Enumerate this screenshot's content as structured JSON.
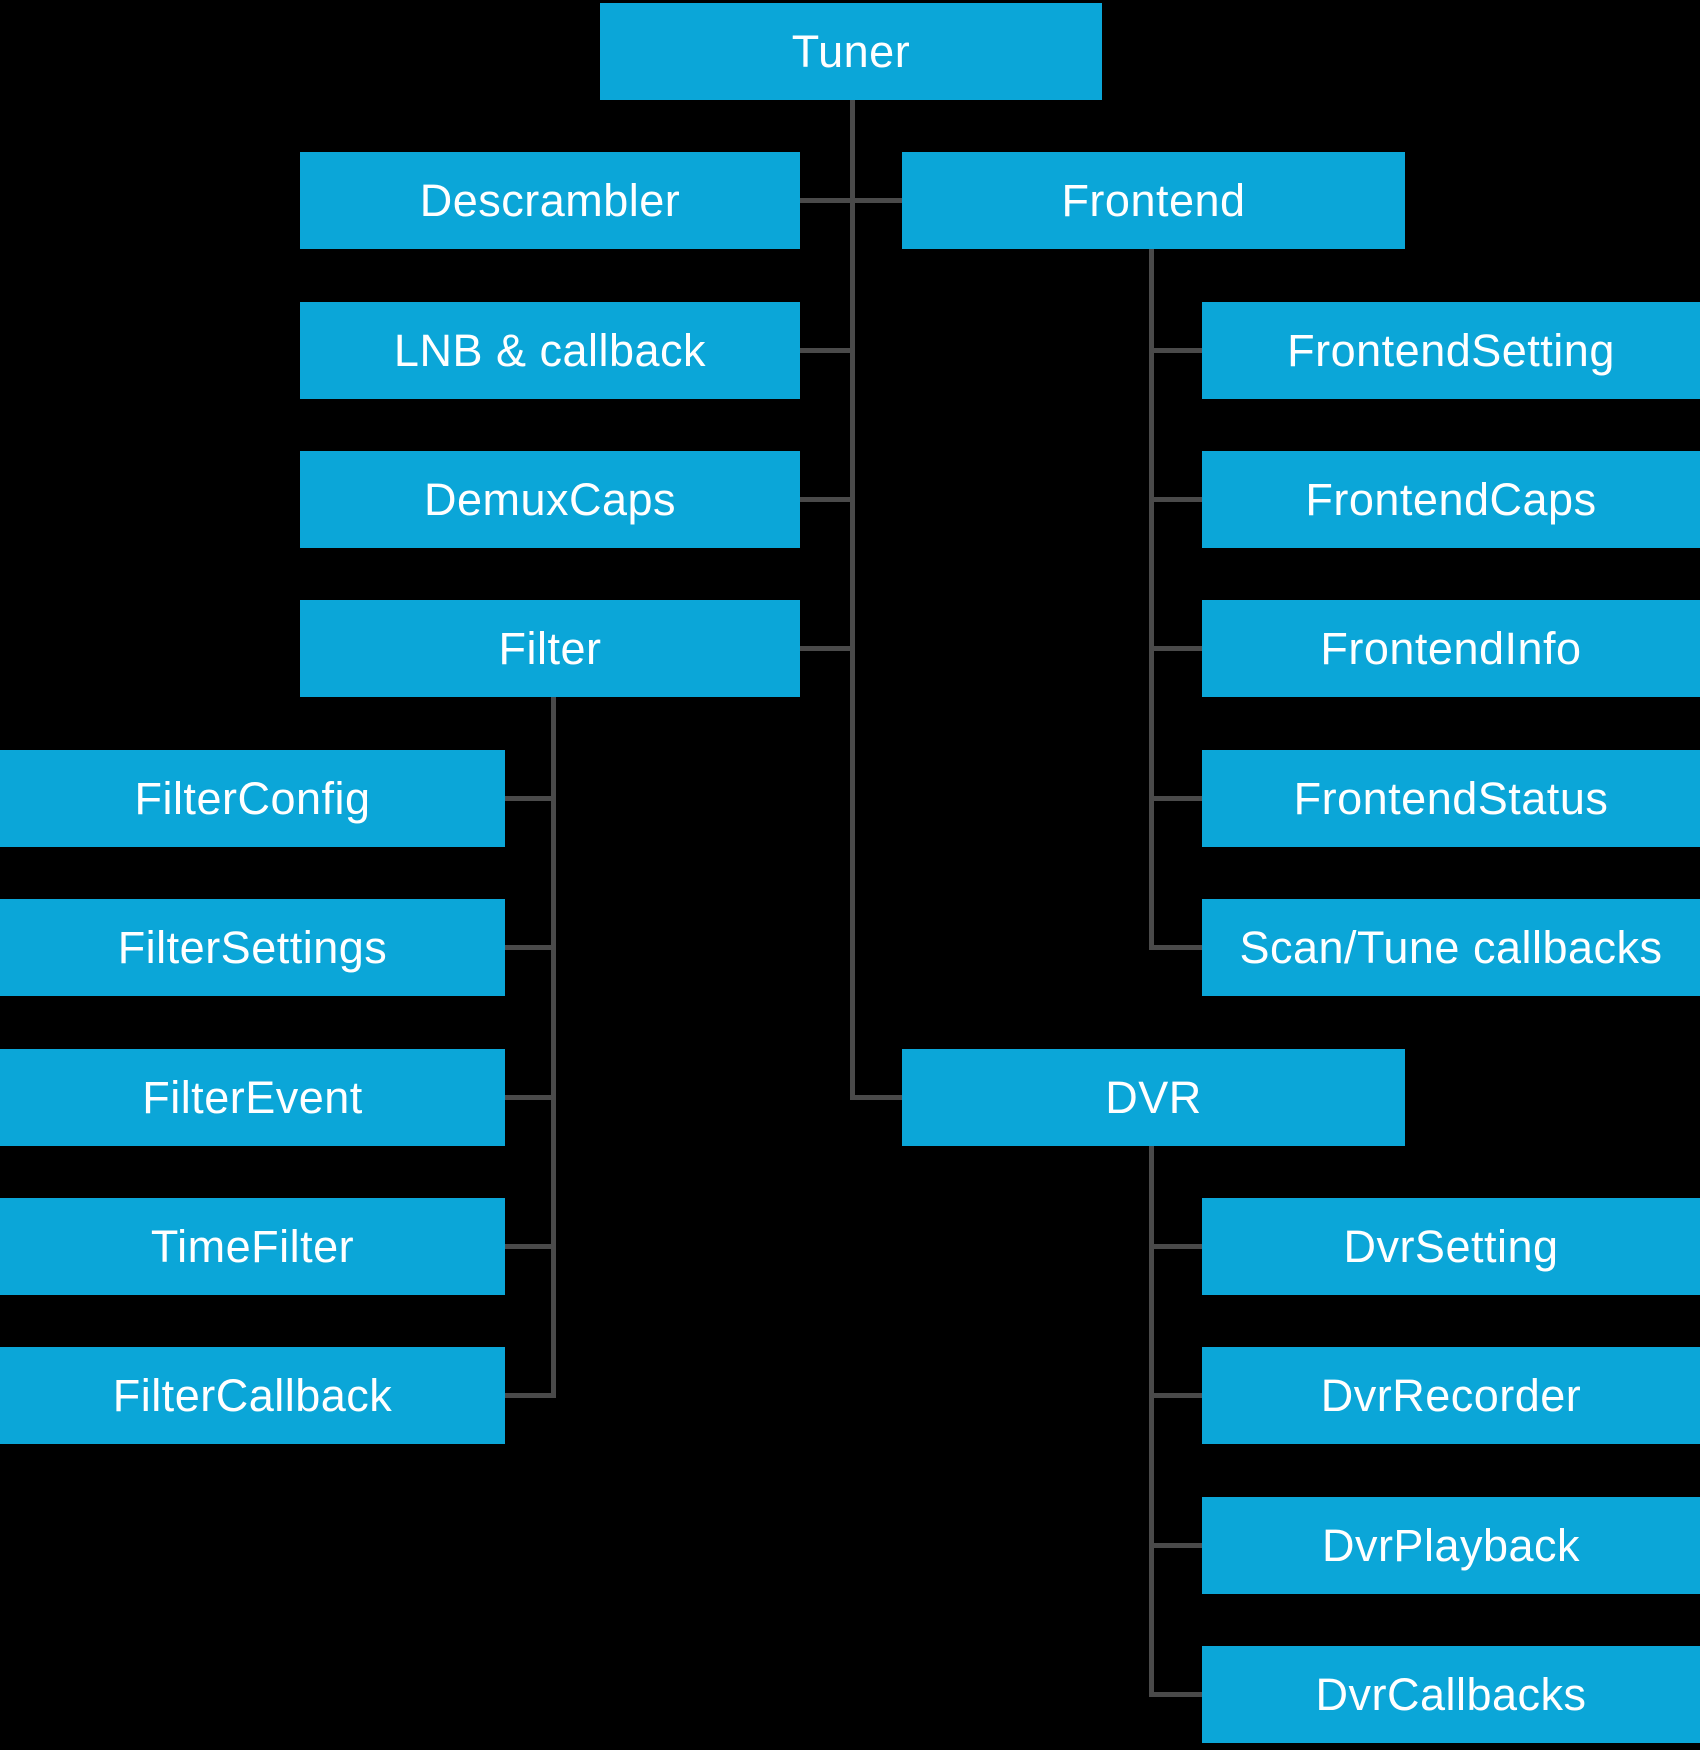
{
  "diagram": {
    "description": "Tuner HAL interface hierarchy diagram",
    "colors": {
      "background": "#000000",
      "node_fill": "#0ba6d8",
      "node_text": "#ffffff",
      "connector": "#4a4a4a"
    }
  },
  "nodes": {
    "tuner": {
      "label": "Tuner",
      "children": [
        "descrambler",
        "lnb_callback",
        "demux_caps",
        "filter",
        "frontend",
        "dvr"
      ]
    },
    "descrambler": {
      "label": "Descrambler"
    },
    "frontend": {
      "label": "Frontend",
      "children": [
        "frontend_setting",
        "frontend_caps",
        "frontend_info",
        "frontend_status",
        "scan_tune_callbacks"
      ]
    },
    "lnb_callback": {
      "label": "LNB & callback"
    },
    "frontend_setting": {
      "label": "FrontendSetting"
    },
    "demux_caps": {
      "label": "DemuxCaps"
    },
    "frontend_caps": {
      "label": "FrontendCaps"
    },
    "filter": {
      "label": "Filter",
      "children": [
        "filter_config",
        "filter_settings",
        "filter_event",
        "time_filter",
        "filter_callback"
      ]
    },
    "frontend_info": {
      "label": "FrontendInfo"
    },
    "filter_config": {
      "label": "FilterConfig"
    },
    "frontend_status": {
      "label": "FrontendStatus"
    },
    "filter_settings": {
      "label": "FilterSettings"
    },
    "scan_tune_callbacks": {
      "label": "Scan/Tune callbacks"
    },
    "filter_event": {
      "label": "FilterEvent"
    },
    "dvr": {
      "label": "DVR",
      "children": [
        "dvr_setting",
        "dvr_recorder",
        "dvr_playback",
        "dvr_callbacks"
      ]
    },
    "time_filter": {
      "label": "TimeFilter"
    },
    "dvr_setting": {
      "label": "DvrSetting"
    },
    "filter_callback": {
      "label": "FilterCallback"
    },
    "dvr_recorder": {
      "label": "DvrRecorder"
    },
    "dvr_playback": {
      "label": "DvrPlayback"
    },
    "dvr_callbacks": {
      "label": "DvrCallbacks"
    }
  }
}
